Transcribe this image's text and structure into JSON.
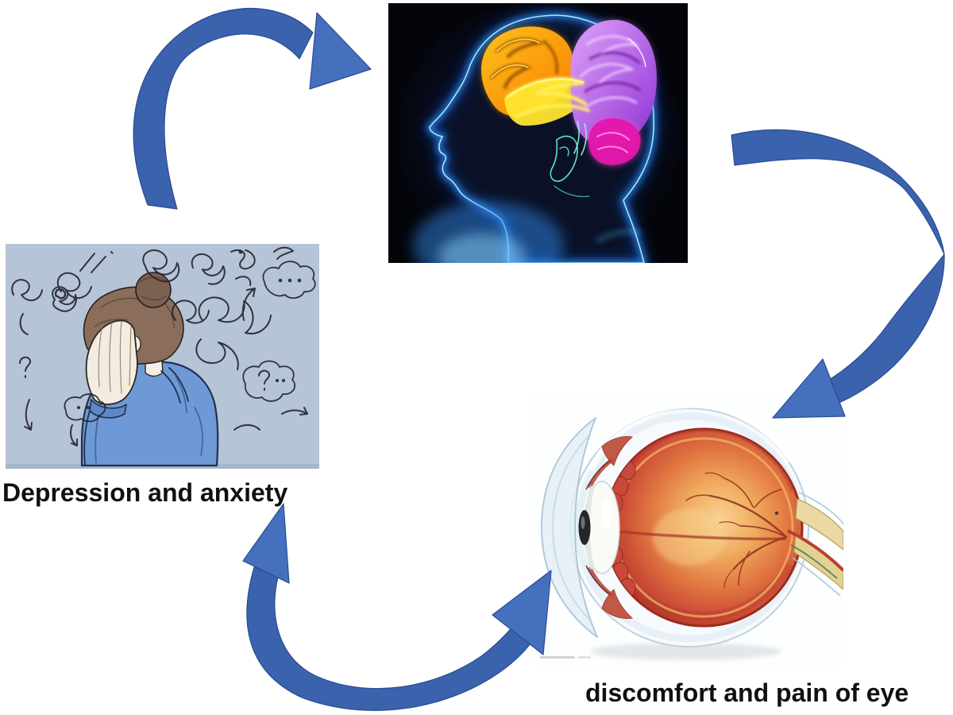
{
  "figure": {
    "type": "cycle-diagram",
    "background": "#ffffff",
    "labels": {
      "depression": "Depression and anxiety",
      "eye": "discomfort and pain of eye"
    },
    "nodes": [
      {
        "id": "brain",
        "name": "brain-activity-illustration",
        "description": "profile of human head with glowing multicolored brain",
        "label": ""
      },
      {
        "id": "eye",
        "name": "eye-anatomy-illustration",
        "description": "cross-section of human eyeball with optic nerve",
        "label": "discomfort and pain of eye"
      },
      {
        "id": "depression",
        "name": "depression-illustration",
        "description": "woman covering her face surrounded by anxious scribbles",
        "label": "Depression and anxiety"
      }
    ],
    "arrows": [
      {
        "id": "depression-to-brain",
        "from": "depression",
        "to": "brain",
        "heads": 1
      },
      {
        "id": "brain-to-eye",
        "from": "brain",
        "to": "eye",
        "heads": 1
      },
      {
        "id": "eye-to-depression",
        "from": "eye",
        "to": "depression",
        "heads": 2
      }
    ],
    "colors": {
      "arrow_fill": "#3a62ad",
      "arrow_head_fill": "#4470bd",
      "arrow_outline": "#2a4c92",
      "label_text": "#101010",
      "depression_bg": "#b6c4d8",
      "brain_bg": "#04050a"
    }
  }
}
